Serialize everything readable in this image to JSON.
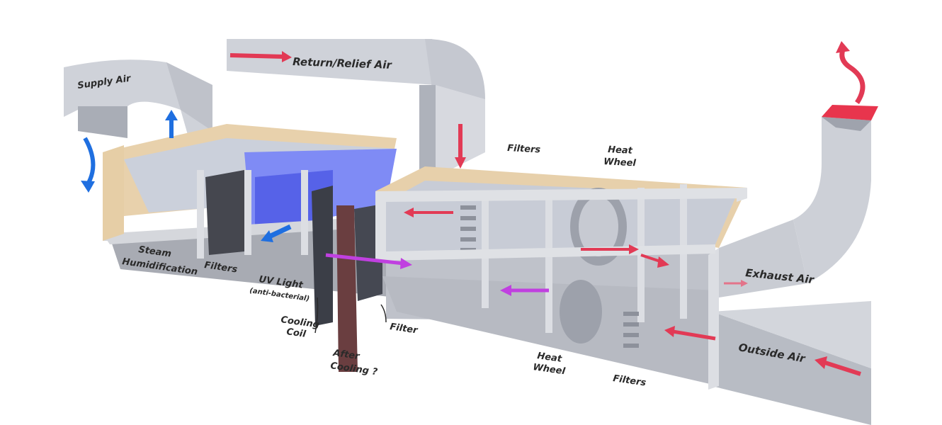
{
  "labels": {
    "supply_air": "Supply Air",
    "return_relief_air": "Return/Relief Air",
    "exhaust_air": "Exhaust Air",
    "outside_air": "Outside Air",
    "filters_top": "Filters",
    "heat_wheel_top_1": "Heat",
    "heat_wheel_top_2": "Wheel",
    "steam_1": "Steam",
    "steam_2": "Humidification",
    "filters_left": "Filters",
    "uv_light": "UV Light",
    "uv_sub": "(anti-bacterial)",
    "cooling_1": "Cooling",
    "cooling_2": "Coil",
    "filter_single": "Filter",
    "after_cooling_1": "After",
    "after_cooling_2": "Cooling ?",
    "heat_wheel_bottom_1": "Heat",
    "heat_wheel_bottom_2": "Wheel",
    "filters_bottom": "Filters"
  },
  "colors": {
    "duct": "#c9ccd3",
    "duct_shade": "#a4a8b2",
    "frame": "#d9dbe0",
    "panel_tan": "#e9d2ae",
    "arrow_red": "#e23a55",
    "arrow_blue": "#1f6fe0",
    "arrow_magenta": "#c040e0",
    "exhaust_cap": "#e8354d",
    "filter_dark": "#3d3f47"
  }
}
